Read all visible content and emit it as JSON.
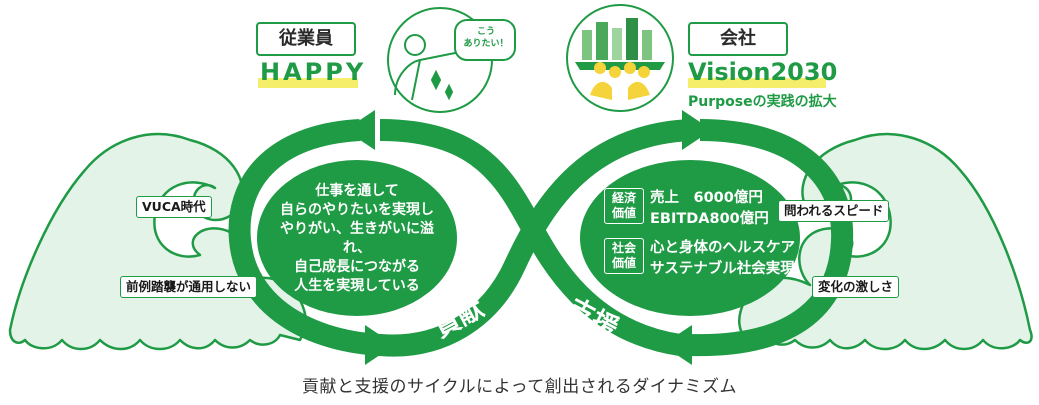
{
  "employee": {
    "tag": "従業員",
    "headline": "HAPPY",
    "speech": "こう\nありたい！",
    "oval_lines": [
      "仕事を通して",
      "自らのやりたいを実現し",
      "やりがい、生きがいに溢れ、",
      "自己成長につながる",
      "人生を実現している"
    ],
    "arrow_label": "貢献"
  },
  "company": {
    "tag": "会社",
    "headline": "Vision2030",
    "subheadline": "Purposeの実践の拡大",
    "arrow_label": "支援",
    "economic": {
      "badge": "経済\n価値",
      "lines": [
        "売上　6000億円",
        "EBITDA800億円"
      ]
    },
    "social": {
      "badge": "社会\n価値",
      "lines": [
        "心と身体のヘルスケア",
        "サステナブル社会実現"
      ]
    }
  },
  "wave_labels": {
    "left_top": "VUCA時代",
    "left_bottom": "前例踏襲が通用しない",
    "right_top": "問われるスピード",
    "right_bottom": "変化の激しさ"
  },
  "caption": "貢献と支援のサイクルによって創出されるダイナミズム",
  "colors": {
    "green": "#1f9a45",
    "highlight": "#f5ee6a",
    "wave_fill": "#e4f3e8"
  }
}
